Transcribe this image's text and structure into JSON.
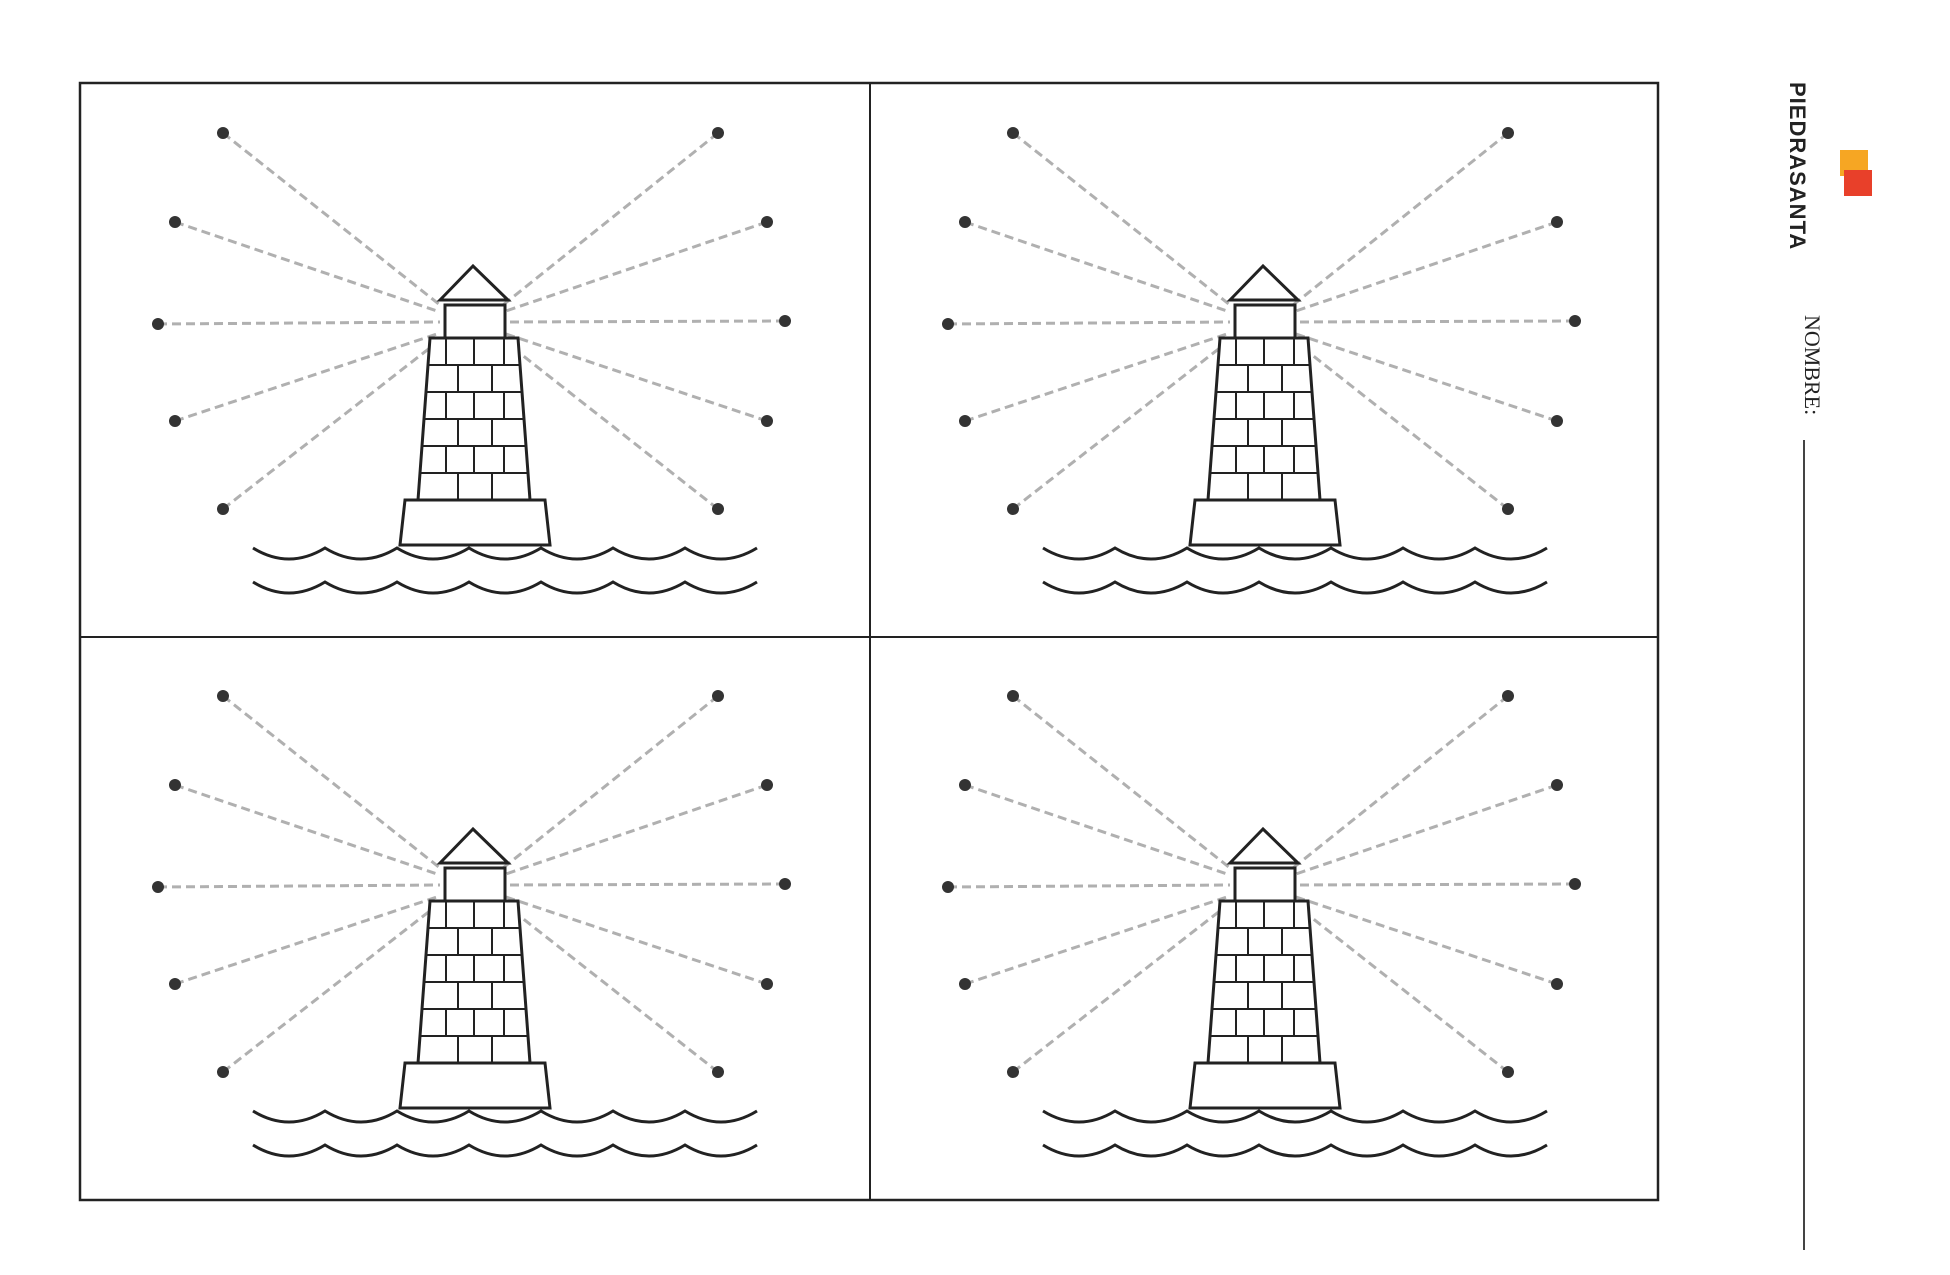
{
  "worksheet": {
    "brand": "PIEDRASANTA",
    "name_label": "NOMBRE:",
    "panels": [
      {
        "id": "top-left"
      },
      {
        "id": "top-right"
      },
      {
        "id": "bottom-left"
      },
      {
        "id": "bottom-right"
      }
    ],
    "colors": {
      "ink": "#222222",
      "dashed_ray": "#b0b0b0",
      "dot": "#333333",
      "logo_orange": "#f6a623",
      "logo_red": "#e8402a"
    },
    "icons": [
      "lighthouse-icon",
      "waves-icon",
      "dot-point-icon",
      "publisher-logo-icon"
    ]
  }
}
